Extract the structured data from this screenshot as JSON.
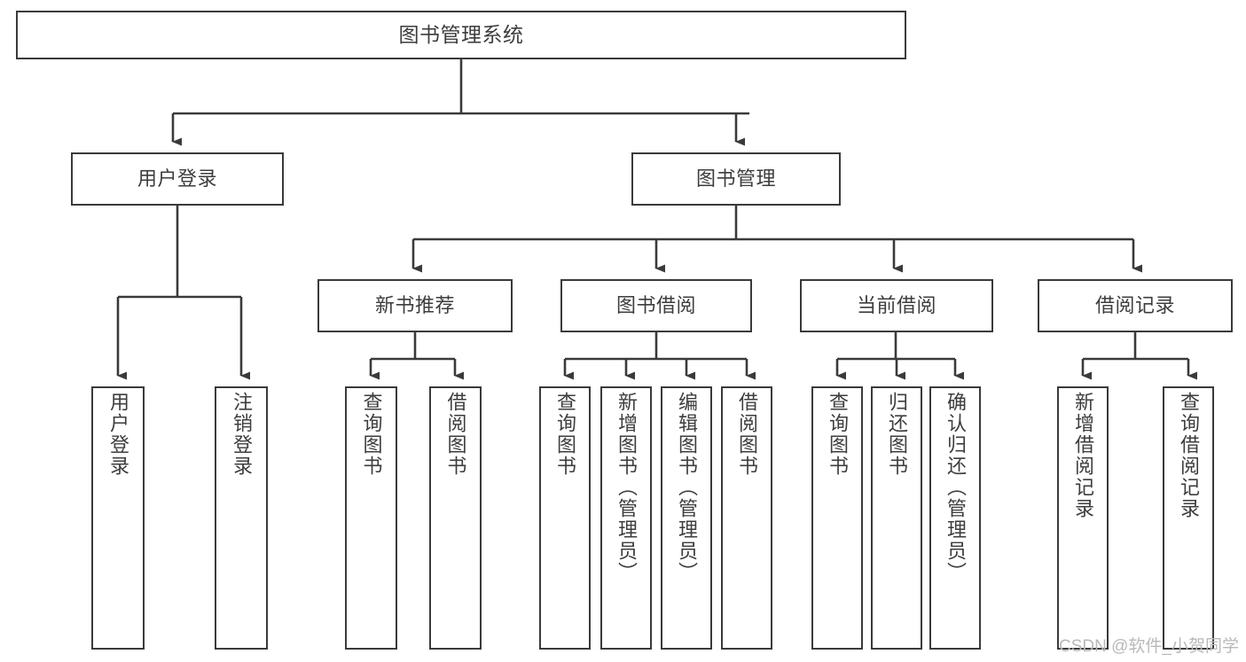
{
  "diagram": {
    "title": "图书管理系统",
    "type": "tree-hierarchy-chart",
    "watermark": "CSDN @软件_小贺同学",
    "colors": {
      "background": "#ffffff",
      "box_border": "#3a3a3a",
      "box_fill": "#ffffff",
      "text": "#3d3d3d",
      "connector": "#3a3a3a",
      "watermark": "#b9b9b9"
    },
    "root": {
      "label": "图书管理系统"
    },
    "level2": [
      {
        "label": "用户登录"
      },
      {
        "label": "图书管理"
      }
    ],
    "level3": [
      {
        "label": "新书推荐"
      },
      {
        "label": "图书借阅"
      },
      {
        "label": "当前借阅"
      },
      {
        "label": "借阅记录"
      }
    ],
    "leaves": {
      "user_login": [
        {
          "label": "用户登录"
        },
        {
          "label": "注销登录"
        }
      ],
      "new_book_recommend": [
        {
          "label": "查询图书"
        },
        {
          "label": "借阅图书"
        }
      ],
      "book_borrow": [
        {
          "label": "查询图书"
        },
        {
          "label": "新增图书（管理员）"
        },
        {
          "label": "编辑图书（管理员）"
        },
        {
          "label": "借阅图书"
        }
      ],
      "current_borrow": [
        {
          "label": "查询图书"
        },
        {
          "label": "归还图书"
        },
        {
          "label": "确认归还（管理员）"
        }
      ],
      "borrow_record": [
        {
          "label": "新增借阅记录"
        },
        {
          "label": "查询借阅记录"
        }
      ]
    }
  }
}
